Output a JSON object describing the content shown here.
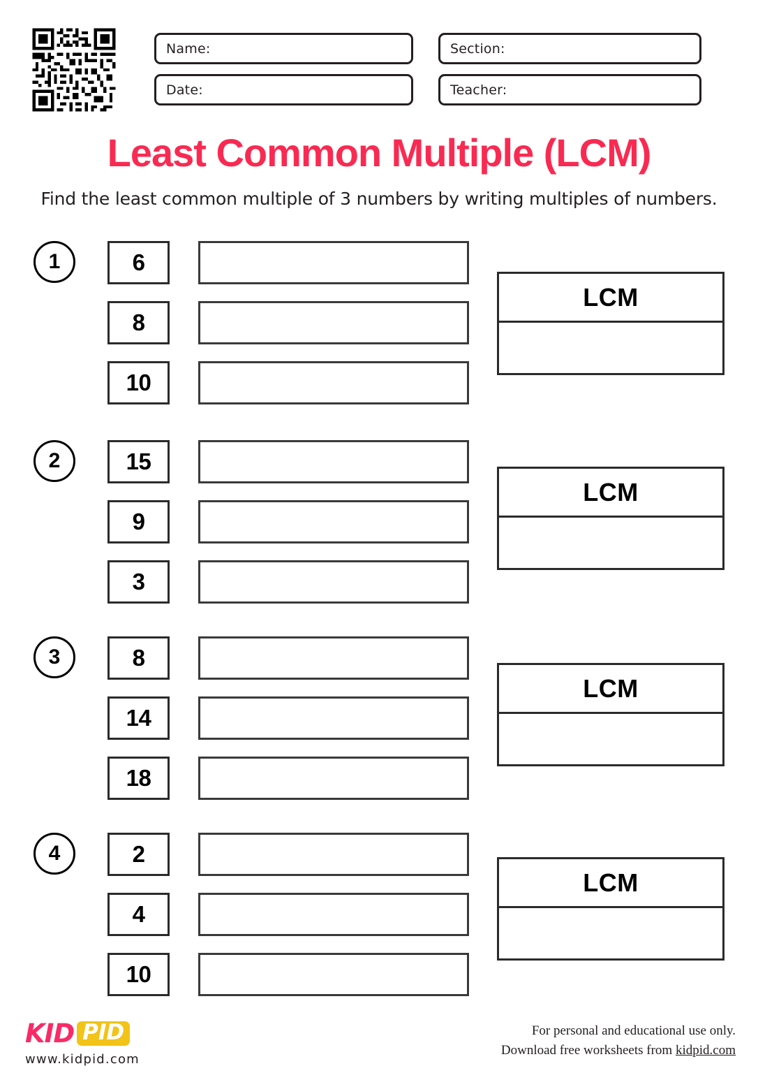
{
  "header": {
    "qr_icon": "qr-code-icon",
    "fields": [
      {
        "name": "name",
        "label": "Name:",
        "value": ""
      },
      {
        "name": "date",
        "label": "Date:",
        "value": ""
      },
      {
        "name": "section",
        "label": "Section:",
        "value": ""
      },
      {
        "name": "teacher",
        "label": "Teacher:",
        "value": ""
      }
    ]
  },
  "title": "Least Common Multiple (LCM)",
  "subtitle": "Find the least common multiple of 3 numbers by writing multiples of numbers.",
  "colors": {
    "title_pink": "#F92A52",
    "logo_pink": "#F92A66",
    "logo_gold": "#F2C318",
    "ink": "#231f20"
  },
  "lcm_label": "LCM",
  "problems": [
    {
      "index": "1",
      "numbers": [
        "6",
        "8",
        "10"
      ],
      "answers": [
        "",
        "",
        ""
      ],
      "lcm_answer": ""
    },
    {
      "index": "2",
      "numbers": [
        "15",
        "9",
        "3"
      ],
      "answers": [
        "",
        "",
        ""
      ],
      "lcm_answer": ""
    },
    {
      "index": "3",
      "numbers": [
        "8",
        "14",
        "18"
      ],
      "answers": [
        "",
        "",
        ""
      ],
      "lcm_answer": ""
    },
    {
      "index": "4",
      "numbers": [
        "2",
        "4",
        "10"
      ],
      "answers": [
        "",
        "",
        ""
      ],
      "lcm_answer": ""
    }
  ],
  "footer": {
    "logo_kid": "KID",
    "logo_pid": "PID",
    "logo_url": "www.kidpid.com",
    "notice_line1": "For personal and educational use only.",
    "notice_line2_prefix": "Download free worksheets from ",
    "notice_link": "kidpid.com"
  }
}
